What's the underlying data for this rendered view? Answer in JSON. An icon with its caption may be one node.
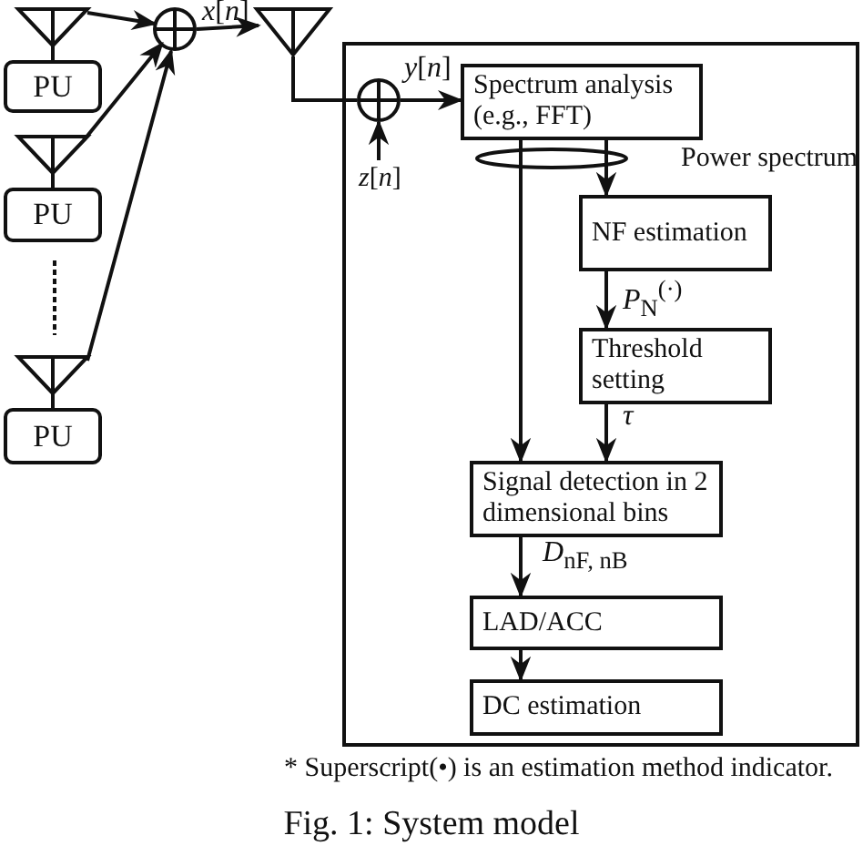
{
  "diagram": {
    "caption": "Fig. 1: System model",
    "nodes": [
      {
        "text": [
          "PU"
        ]
      },
      {
        "text": [
          "PU"
        ]
      },
      {
        "text": [
          "PU"
        ]
      },
      {
        "text": [],
        "shape": "circle"
      },
      {
        "text": [],
        "shape": "antenna"
      },
      {
        "text": [],
        "shape": "box"
      },
      {
        "text": [],
        "shape": "circle",
        "in": 5
      },
      {
        "text": [
          "Spectrum analysis (e.g., FFT)"
        ],
        "in": 5
      },
      {
        "text": [
          "NF estimation"
        ],
        "in": 5
      },
      {
        "text": [
          "Threshold setting"
        ],
        "in": 5
      },
      {
        "text": [
          "Signal detection in 2 dimensional bins"
        ],
        "in": 5
      },
      {
        "text": [
          "LAD/ACC"
        ],
        "in": 5
      },
      {
        "text": [
          "DC estimation"
        ],
        "in": 5
      },
      {
        "text": [
          "*z*[*n*]"
        ],
        "in": 5
      }
    ],
    "edges": [
      {
        "from": 0,
        "to": 3,
        "arrow": "to"
      },
      {
        "from": 1,
        "to": 3,
        "arrow": "to"
      },
      {
        "from": 2,
        "to": 3,
        "arrow": "to"
      },
      {
        "from": 3,
        "to": 4,
        "arrow": "to",
        "label": "*x*[*n*]"
      },
      {
        "from": 4,
        "to": 6,
        "arrow": "none"
      },
      {
        "from": 13,
        "to": 6,
        "arrow": "to"
      },
      {
        "from": 6,
        "to": 7,
        "arrow": "to",
        "label": "*y*[*n*]"
      },
      {
        "from": 7,
        "to": 8,
        "arrow": "to"
      },
      {
        "from": 8,
        "to": 9,
        "arrow": "to",
        "label": "*P*$_{N}$$^{(·)}$"
      },
      {
        "from": 9,
        "to": 10,
        "arrow": "to",
        "label": "*τ*"
      },
      {
        "from": 7,
        "to": 10,
        "arrow": "to"
      },
      {
        "from": 10,
        "to": 11,
        "arrow": "to",
        "label": "*D*$_{nF, nB}$"
      },
      {
        "from": 11,
        "to": 12,
        "arrow": "to"
      }
    ],
    "labels": [
      "Power spectrum",
      "* Superscript(•) is an estimation method indicator."
    ]
  }
}
